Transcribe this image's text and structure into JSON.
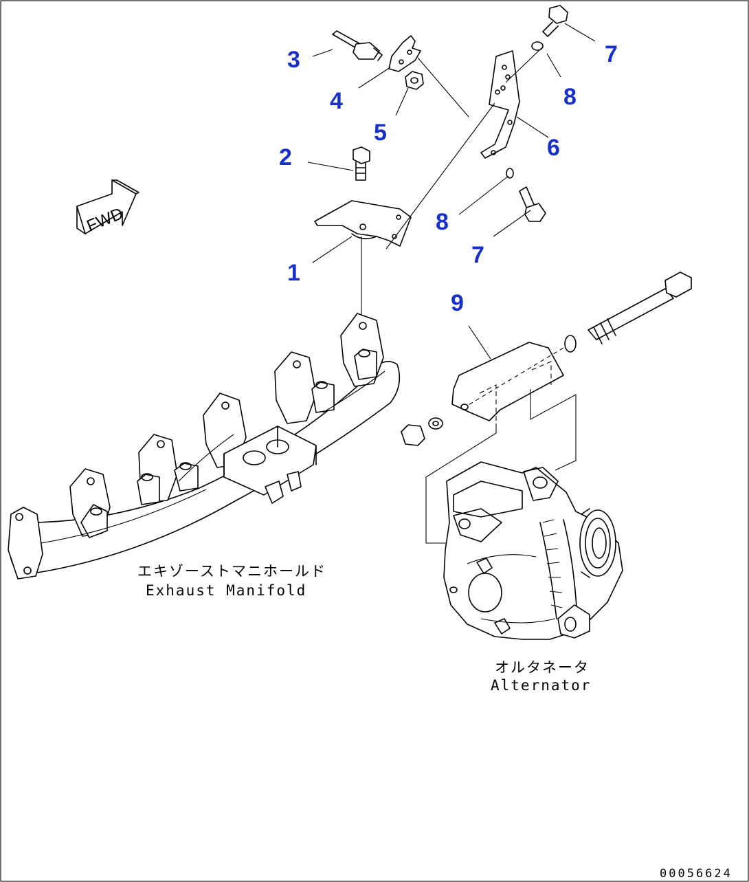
{
  "callouts": {
    "c1": "1",
    "c2": "2",
    "c3": "3",
    "c4": "4",
    "c5": "5",
    "c6": "6",
    "c7a": "7",
    "c7b": "7",
    "c8a": "8",
    "c8b": "8",
    "c9": "9"
  },
  "labels": {
    "exhaust_jp": "エキゾーストマニホールド",
    "exhaust_en": "Exhaust Manifold",
    "alternator_jp": "オルタネータ",
    "alternator_en": "Alternator",
    "fwd": "FWD"
  },
  "document_id": "00056624",
  "colors": {
    "callout": "#1730c8",
    "line": "#000000"
  }
}
